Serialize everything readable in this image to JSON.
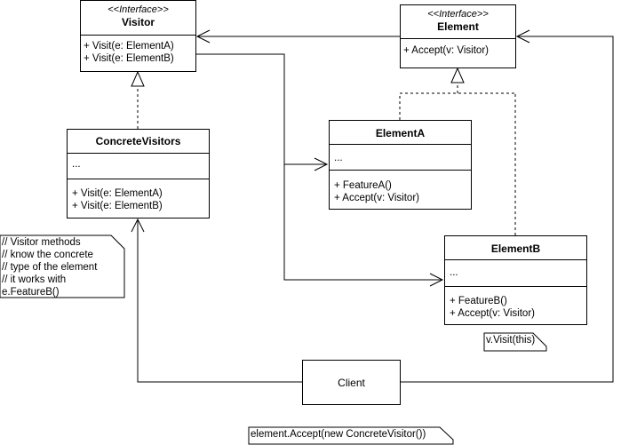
{
  "interfaces": {
    "visitor": {
      "stereotype": "<<Interface>>",
      "name": "Visitor",
      "methods": [
        "+ Visit(e: ElementA)",
        "+ Visit(e: ElementB)"
      ]
    },
    "element": {
      "stereotype": "<<Interface>>",
      "name": "Element",
      "methods": [
        "+ Accept(v: Visitor)"
      ]
    }
  },
  "classes": {
    "concrete_visitors": {
      "name": "ConcreteVisitors",
      "fields": [
        "..."
      ],
      "methods": [
        "+ Visit(e: ElementA)",
        "+ Visit(e: ElementB)"
      ]
    },
    "element_a": {
      "name": "ElementA",
      "fields": [
        "..."
      ],
      "methods": [
        "+ FeatureA()",
        "+ Accept(v: Visitor)"
      ]
    },
    "element_b": {
      "name": "ElementB",
      "fields": [
        "..."
      ],
      "methods": [
        "+ FeatureB()",
        "+ Accept(v: Visitor)"
      ]
    },
    "client": {
      "name": "Client"
    }
  },
  "notes": {
    "visitor_methods": [
      "// Visitor methods",
      "// know the concrete",
      "// type of the element",
      "// it works with",
      "e.FeatureB()"
    ],
    "visit_call": "v.Visit(this)",
    "accept_call": "element.Accept(new ConcreteVisitor())"
  }
}
